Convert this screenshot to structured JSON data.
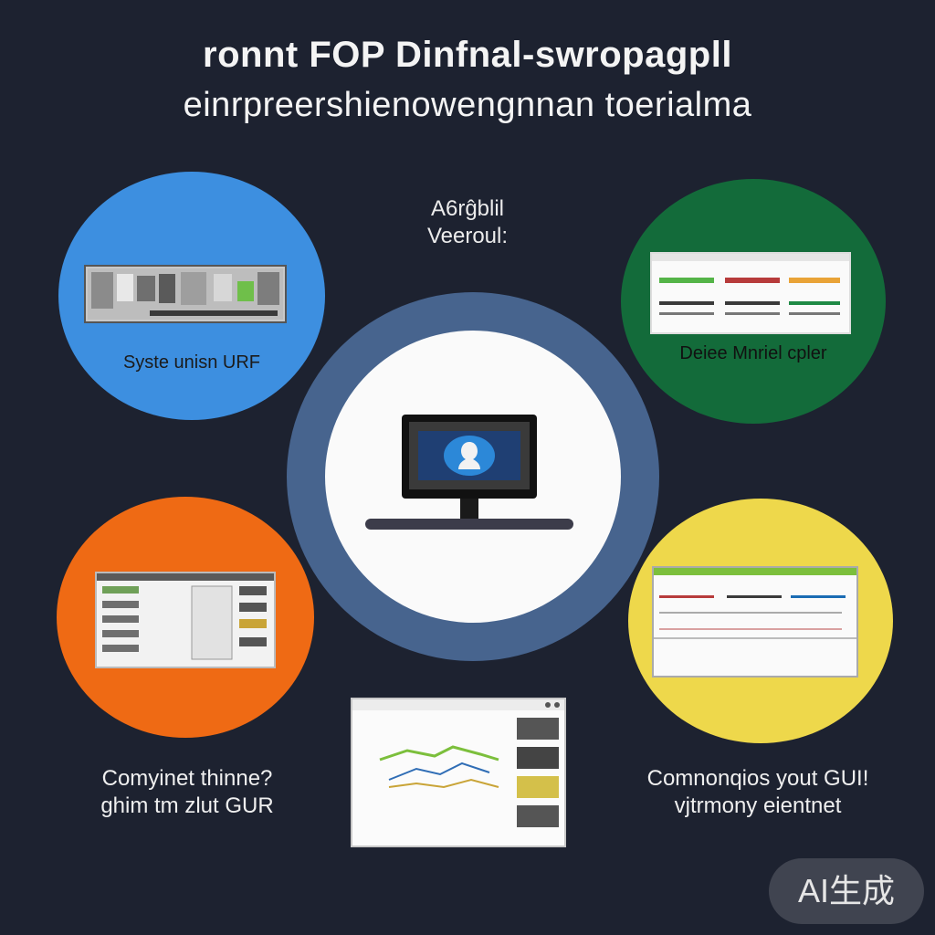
{
  "header": {
    "title_line_1": "ronnt FOP Dinfnal-swropagpll",
    "title_line_2": "einrpreershienowengnnan toerialma"
  },
  "center": {
    "caption_line_1": "A6rĝblil",
    "caption_line_2": "Veeroul:"
  },
  "circles": {
    "blue": {
      "label": "Syste unisn URF",
      "color": "#3d8fe0"
    },
    "green": {
      "label": "Deiee Mnriel cpler",
      "color": "#136b3a"
    },
    "orange": {
      "color": "#ef6a14"
    },
    "yellow": {
      "color": "#eed84b"
    }
  },
  "bottom_left": {
    "line_1": "Comyinet thinne?",
    "line_2": "ghim tm zlut GUR"
  },
  "bottom_right": {
    "line_1": "Comnonqios yout GUI!",
    "line_2": "vjtrmony  eientnet"
  },
  "badge": {
    "text": "AI生成"
  },
  "colors": {
    "background": "#1d2230",
    "ring": "#47648e",
    "monitor_screen": "#1f3f73",
    "monitor_logo": "#2c88d8"
  },
  "icons": [
    "monitor-icon",
    "user-silhouette-icon"
  ]
}
